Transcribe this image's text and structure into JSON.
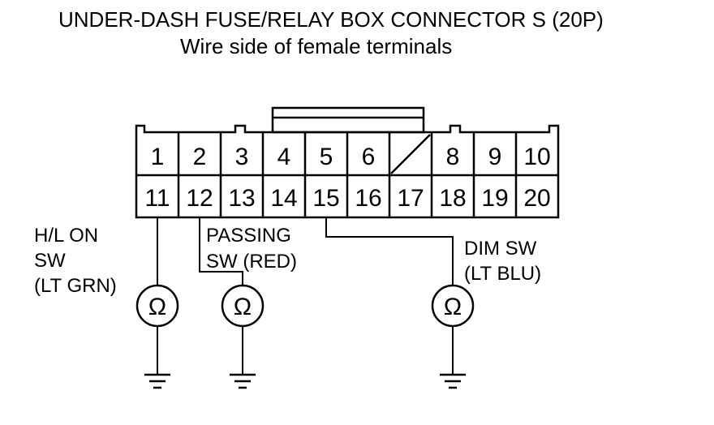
{
  "title": "UNDER-DASH FUSE/RELAY BOX CONNECTOR S (20P)",
  "subtitle": "Wire side of female terminals",
  "connector": {
    "row1": [
      "1",
      "2",
      "3",
      "4",
      "5",
      "6",
      "",
      "8",
      "9",
      "10"
    ],
    "row2": [
      "11",
      "12",
      "13",
      "14",
      "15",
      "16",
      "17",
      "18",
      "19",
      "20"
    ]
  },
  "probes": [
    {
      "line1": "H/L ON",
      "line2": "SW",
      "line3": "(LT GRN)",
      "symbol": "Ω"
    },
    {
      "line1": "PASSING",
      "line2": "SW (RED)",
      "symbol": "Ω"
    },
    {
      "line1": "DIM SW",
      "line2": "(LT BLU)",
      "symbol": "Ω"
    }
  ]
}
